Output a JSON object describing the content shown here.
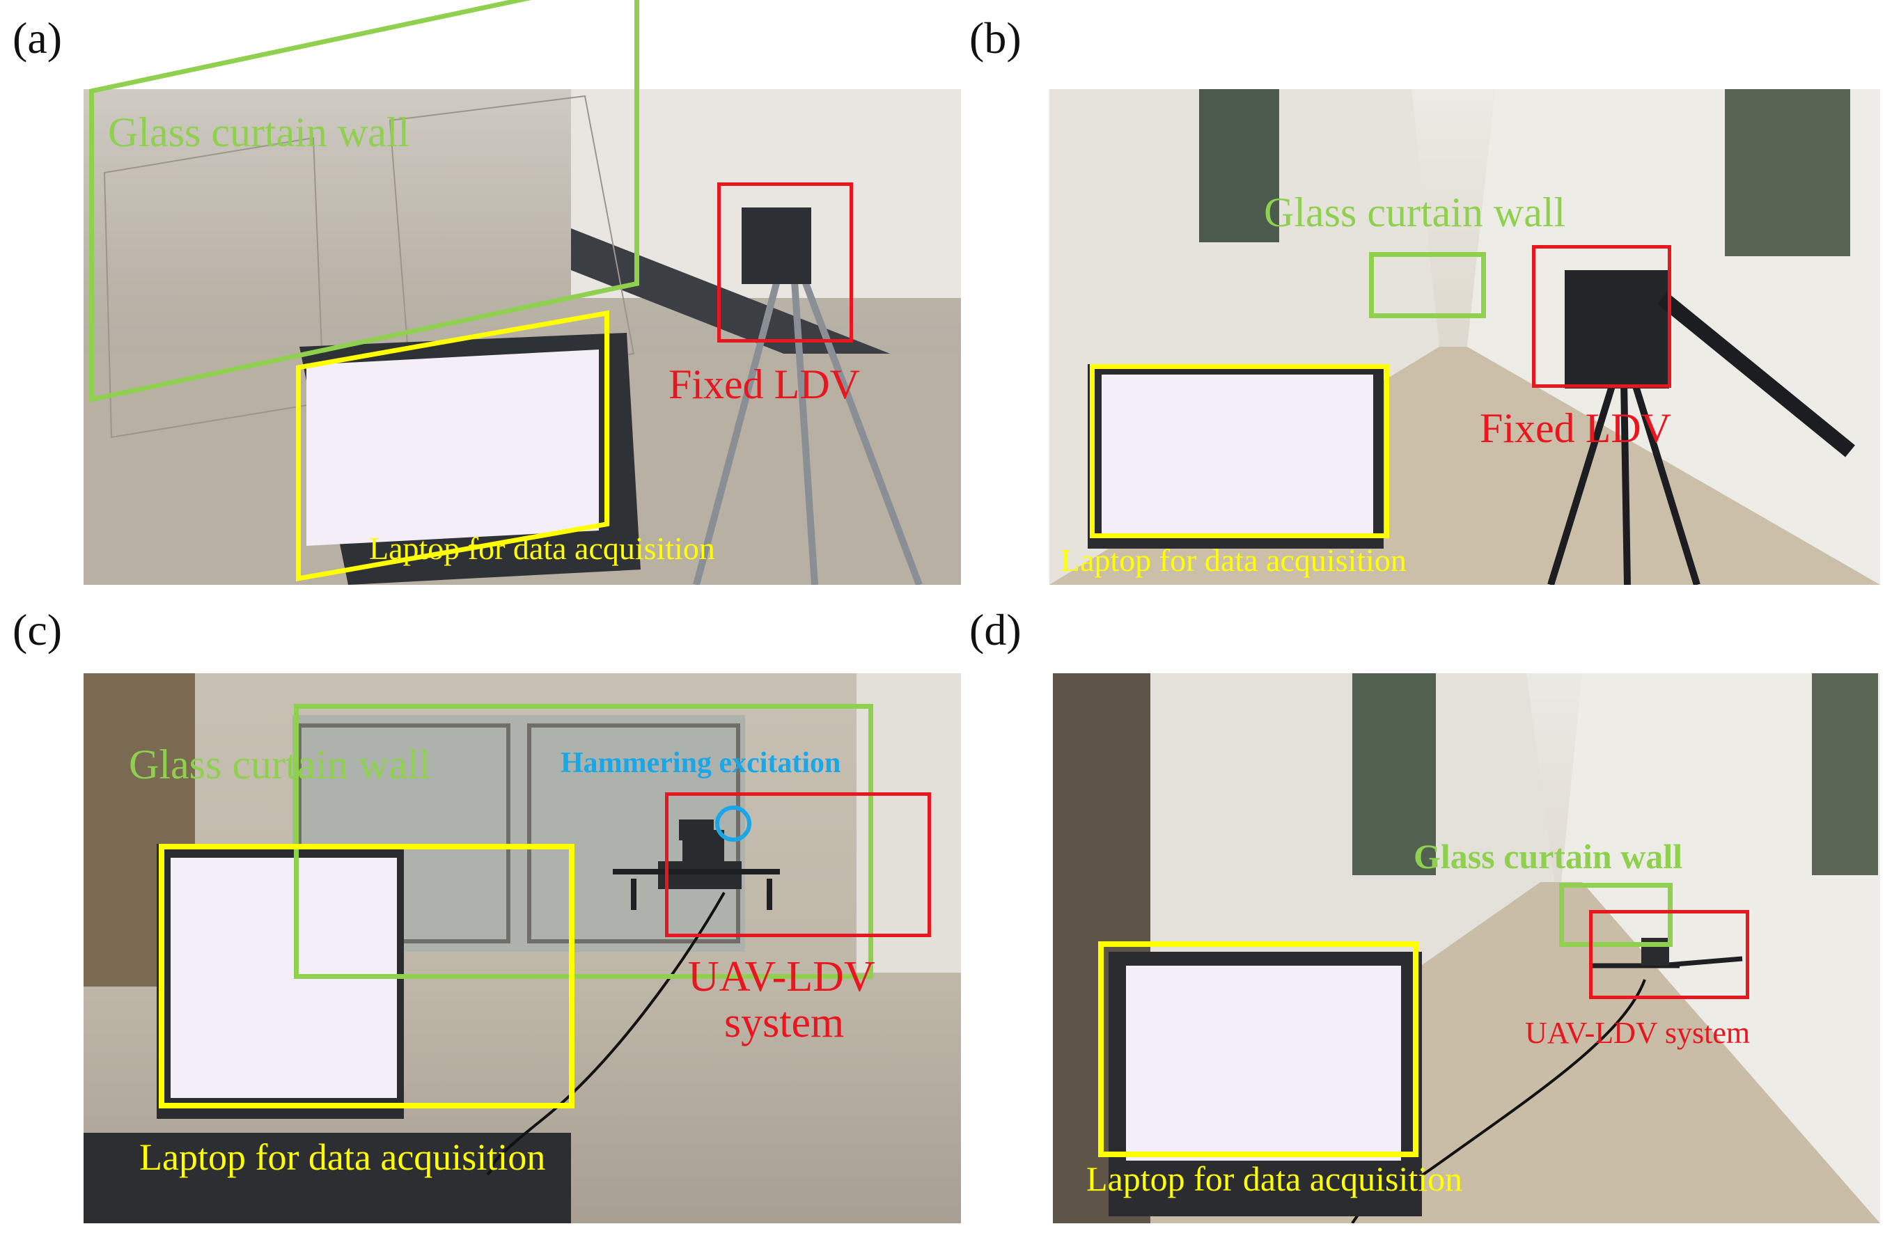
{
  "panels": {
    "a": {
      "letter": "(a)",
      "labels": {
        "glass": "Glass curtain wall",
        "ldv": "Fixed LDV",
        "laptop": "Laptop for data acquisition"
      }
    },
    "b": {
      "letter": "(b)",
      "labels": {
        "glass": "Glass curtain wall",
        "ldv": "Fixed LDV",
        "laptop": "Laptop for data acquisition"
      }
    },
    "c": {
      "letter": "(c)",
      "labels": {
        "glass": "Glass curtain wall",
        "hammer": "Hammering excitation",
        "uav_line1": "UAV-LDV",
        "uav_line2": "system",
        "laptop": "Laptop for data acquisition"
      }
    },
    "d": {
      "letter": "(d)",
      "labels": {
        "glass": "Glass curtain wall",
        "uav": "UAV-LDV system",
        "laptop": "Laptop for data acquisition"
      }
    }
  },
  "colors": {
    "glass_box": "#8fd14f",
    "ldv_box": "#e8171f",
    "laptop_box": "#ffff00",
    "hammer_circle": "#1aa7e8"
  }
}
